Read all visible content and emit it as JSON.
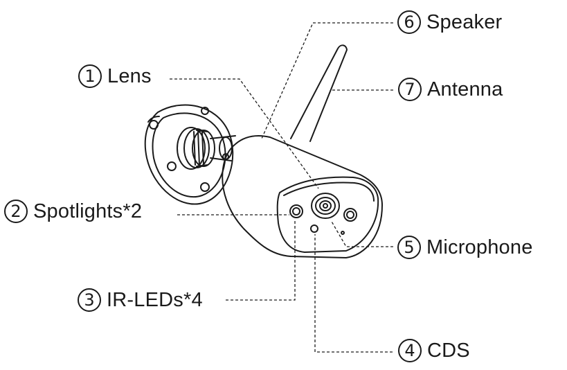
{
  "diagram": {
    "callouts": [
      {
        "id": "lens",
        "number": "1",
        "label": "Lens"
      },
      {
        "id": "spotlights",
        "number": "2",
        "label": "Spotlights*2"
      },
      {
        "id": "ir-leds",
        "number": "3",
        "label": "IR-LEDs*4"
      },
      {
        "id": "cds",
        "number": "4",
        "label": "CDS"
      },
      {
        "id": "microphone",
        "number": "5",
        "label": "Microphone"
      },
      {
        "id": "speaker",
        "number": "6",
        "label": "Speaker"
      },
      {
        "id": "antenna",
        "number": "7",
        "label": "Antenna"
      }
    ]
  }
}
